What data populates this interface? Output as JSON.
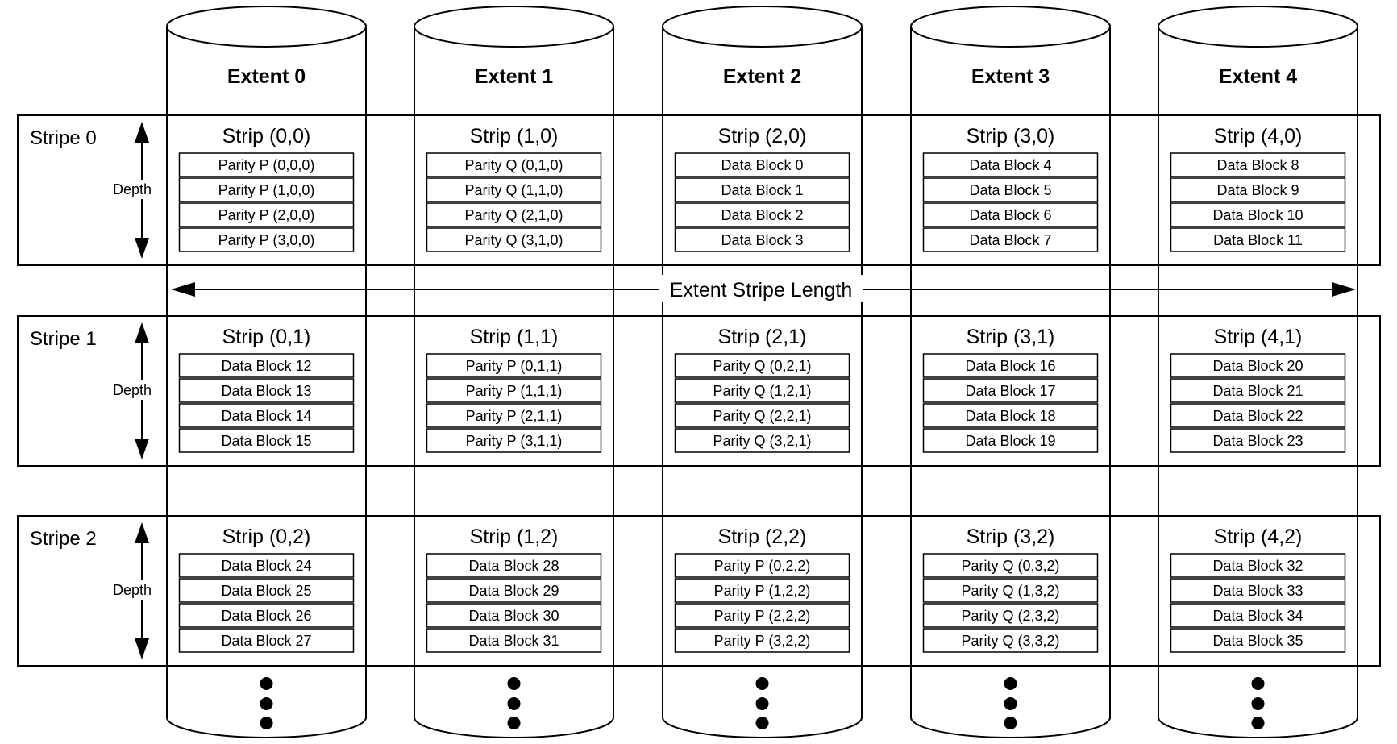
{
  "extents": [
    "Extent 0",
    "Extent 1",
    "Extent 2",
    "Extent 3",
    "Extent 4"
  ],
  "extent_stripe_length_label": "Extent Stripe Length",
  "depth_label": "Depth",
  "stripes": [
    {
      "label": "Stripe 0",
      "strips": [
        {
          "title": "Strip (0,0)",
          "blocks": [
            "Parity P (0,0,0)",
            "Parity P (1,0,0)",
            "Parity P (2,0,0)",
            "Parity P (3,0,0)"
          ]
        },
        {
          "title": "Strip (1,0)",
          "blocks": [
            "Parity Q (0,1,0)",
            "Parity Q (1,1,0)",
            "Parity Q (2,1,0)",
            "Parity Q (3,1,0)"
          ]
        },
        {
          "title": "Strip (2,0)",
          "blocks": [
            "Data Block 0",
            "Data Block 1",
            "Data Block 2",
            "Data Block 3"
          ]
        },
        {
          "title": "Strip (3,0)",
          "blocks": [
            "Data Block 4",
            "Data Block 5",
            "Data Block 6",
            "Data Block 7"
          ]
        },
        {
          "title": "Strip (4,0)",
          "blocks": [
            "Data Block 8",
            "Data Block 9",
            "Data Block 10",
            "Data Block 11"
          ]
        }
      ]
    },
    {
      "label": "Stripe 1",
      "strips": [
        {
          "title": "Strip (0,1)",
          "blocks": [
            "Data Block 12",
            "Data Block 13",
            "Data Block 14",
            "Data Block 15"
          ]
        },
        {
          "title": "Strip (1,1)",
          "blocks": [
            "Parity P (0,1,1)",
            "Parity P (1,1,1)",
            "Parity P (2,1,1)",
            "Parity P (3,1,1)"
          ]
        },
        {
          "title": "Strip (2,1)",
          "blocks": [
            "Parity Q (0,2,1)",
            "Parity Q (1,2,1)",
            "Parity Q (2,2,1)",
            "Parity Q (3,2,1)"
          ]
        },
        {
          "title": "Strip (3,1)",
          "blocks": [
            "Data Block 16",
            "Data Block 17",
            "Data Block 18",
            "Data Block 19"
          ]
        },
        {
          "title": "Strip (4,1)",
          "blocks": [
            "Data Block 20",
            "Data Block 21",
            "Data Block 22",
            "Data Block 23"
          ]
        }
      ]
    },
    {
      "label": "Stripe 2",
      "strips": [
        {
          "title": "Strip (0,2)",
          "blocks": [
            "Data Block 24",
            "Data Block 25",
            "Data Block 26",
            "Data Block 27"
          ]
        },
        {
          "title": "Strip (1,2)",
          "blocks": [
            "Data Block 28",
            "Data Block 29",
            "Data Block 30",
            "Data Block 31"
          ]
        },
        {
          "title": "Strip (2,2)",
          "blocks": [
            "Parity P (0,2,2)",
            "Parity P (1,2,2)",
            "Parity P (2,2,2)",
            "Parity P (3,2,2)"
          ]
        },
        {
          "title": "Strip (3,2)",
          "blocks": [
            "Parity Q (0,3,2)",
            "Parity Q (1,3,2)",
            "Parity Q (2,3,2)",
            "Parity Q (3,3,2)"
          ]
        },
        {
          "title": "Strip (4,2)",
          "blocks": [
            "Data Block 32",
            "Data Block 33",
            "Data Block 34",
            "Data Block 35"
          ]
        }
      ]
    }
  ]
}
